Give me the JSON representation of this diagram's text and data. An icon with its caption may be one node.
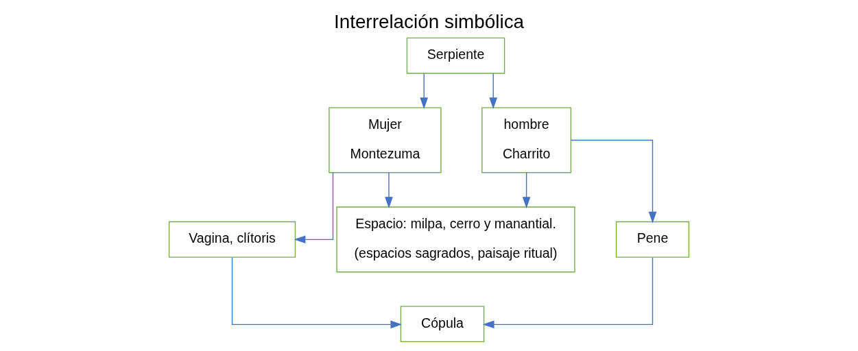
{
  "diagram": {
    "title": "Interrelación simbólica",
    "nodes": [
      {
        "text": [
          "Serpiente"
        ]
      },
      {
        "text": [
          "Mujer",
          "Montezuma"
        ]
      },
      {
        "text": [
          "hombre",
          "Charrito"
        ]
      },
      {
        "text": [
          "Vagina, clítoris"
        ]
      },
      {
        "text": [
          "Pene"
        ]
      },
      {
        "text": [
          "Cópula"
        ]
      },
      {
        "text": [
          "Espacio: milpa, cerro y manantial.",
          "(espacios sagrados, paisaje ritual)"
        ]
      }
    ],
    "edges": [
      {
        "from": 0,
        "to": 1,
        "arrow": "to"
      },
      {
        "from": 0,
        "to": 2,
        "arrow": "to"
      },
      {
        "from": 1,
        "to": 3,
        "arrow": "to"
      },
      {
        "from": 2,
        "to": 4,
        "arrow": "to"
      },
      {
        "from": 3,
        "to": 5,
        "arrow": "to"
      },
      {
        "from": 4,
        "to": 5,
        "arrow": "to"
      },
      {
        "from": 1,
        "to": 6,
        "arrow": "to"
      },
      {
        "from": 2,
        "to": 6,
        "arrow": "to"
      }
    ]
  }
}
